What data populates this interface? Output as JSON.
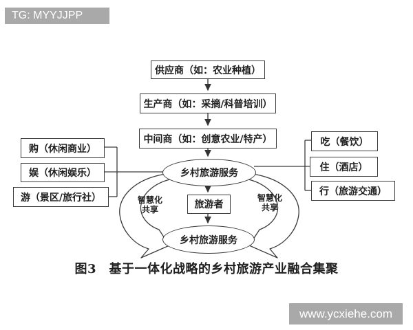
{
  "watermark_top": {
    "text": "TG: MYYJJPP"
  },
  "watermark_bottom": {
    "text": "www.ycxiehe.com"
  },
  "colors": {
    "watermark_bg": "#a9a9a9",
    "watermark_text": "#ffffff",
    "line": "#3a3a3a",
    "text": "#1f1f1f",
    "background": "#ffffff"
  },
  "diagram": {
    "supply_chain": [
      {
        "label": "供应商（如：农业种植）"
      },
      {
        "label": "生产商（如：采摘/科普培训）"
      },
      {
        "label": "中间商（如：创意农业/特产）"
      }
    ],
    "left_elements": [
      {
        "label": "购（休闲商业）"
      },
      {
        "label": "娱（休闲娱乐）"
      },
      {
        "label": "游（景区/旅行社）"
      }
    ],
    "right_elements": [
      {
        "label": "吃（餐饮）"
      },
      {
        "label": "住（酒店）"
      },
      {
        "label": "行（旅游交通）"
      }
    ],
    "hub_top": {
      "label": "乡村旅游服务"
    },
    "tourist": {
      "label": "旅游者"
    },
    "hub_bottom": {
      "label": "乡村旅游服务"
    },
    "smart_label_left": {
      "line1": "智慧化",
      "line2": "共享"
    },
    "smart_label_right": {
      "line1": "智慧化",
      "line2": "共享"
    },
    "caption": "图3　基于一体化战略的乡村旅游产业融合集聚"
  }
}
